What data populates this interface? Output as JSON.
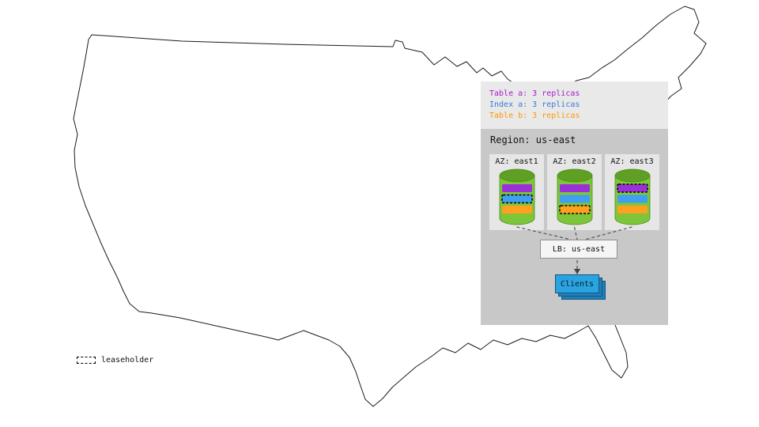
{
  "legend": {
    "items": [
      {
        "label": "Table a: 3 replicas",
        "color": "#a620c8"
      },
      {
        "label": "Index a: 3 replicas",
        "color": "#3579de"
      },
      {
        "label": "Table b: 3 replicas",
        "color": "#ff9800"
      }
    ]
  },
  "region": {
    "label": "Region: us-east",
    "azs": [
      {
        "label": "AZ: east1",
        "replicas": [
          {
            "name": "table-a",
            "color": "#9b30d9",
            "leaseholder": false
          },
          {
            "name": "index-a",
            "color": "#3f9ff0",
            "leaseholder": true
          },
          {
            "name": "table-b",
            "color": "#ffa01e",
            "leaseholder": false
          }
        ]
      },
      {
        "label": "AZ: east2",
        "replicas": [
          {
            "name": "table-a",
            "color": "#9b30d9",
            "leaseholder": false
          },
          {
            "name": "index-a",
            "color": "#3f9ff0",
            "leaseholder": false
          },
          {
            "name": "table-b",
            "color": "#ffa01e",
            "leaseholder": true
          }
        ]
      },
      {
        "label": "AZ: east3",
        "replicas": [
          {
            "name": "table-a",
            "color": "#9b30d9",
            "leaseholder": true
          },
          {
            "name": "index-a",
            "color": "#3f9ff0",
            "leaseholder": false
          },
          {
            "name": "table-b",
            "color": "#ffa01e",
            "leaseholder": false
          }
        ]
      }
    ],
    "lb_label": "LB: us-east",
    "clients_label": "Clients"
  },
  "map_key": {
    "label": "leaseholder"
  },
  "colors": {
    "panel_bg": "#e9e9e9",
    "region_bg": "#c8c8c8",
    "az_bg": "#e6e6e6",
    "cylinder_body": "#7dc63a",
    "cylinder_top": "#5f9f24",
    "leaseholder_stroke": "#000000",
    "clients_front": "#2ba3e0",
    "clients_back": "#1e7fba"
  }
}
